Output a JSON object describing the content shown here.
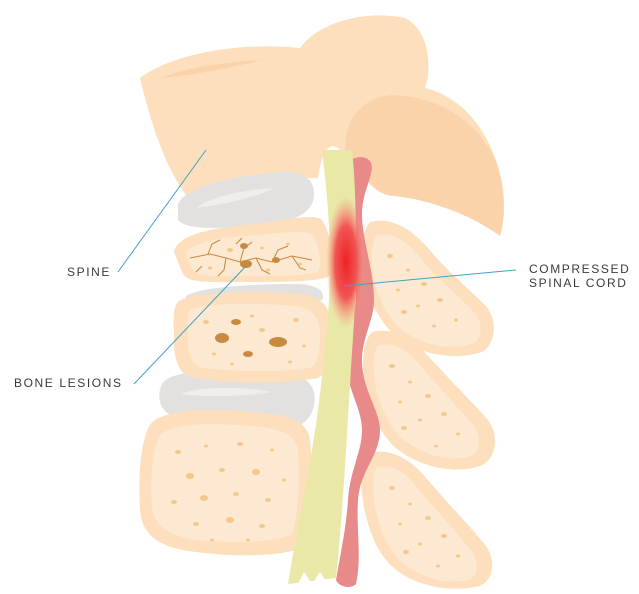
{
  "labels": {
    "spine": "SPINE",
    "bone_lesions": "BONE LESIONS",
    "compressed_line1": "COMPRESSED",
    "compressed_line2": "SPINAL CORD"
  },
  "colors": {
    "bone": "#fddfbd",
    "bone_light": "#fde9d2",
    "skull_shadow": "#fbd3ab",
    "disc": "#e2e1df",
    "disc_highlight": "#efeeec",
    "cord": "#eae8a6",
    "cord_vessel": "#e88a8a",
    "compression": "#ee2a2a",
    "pore": "#f3c98a",
    "lesion": "#c88a3f",
    "crack": "#c8883a",
    "leader": "#3ea3c4"
  }
}
